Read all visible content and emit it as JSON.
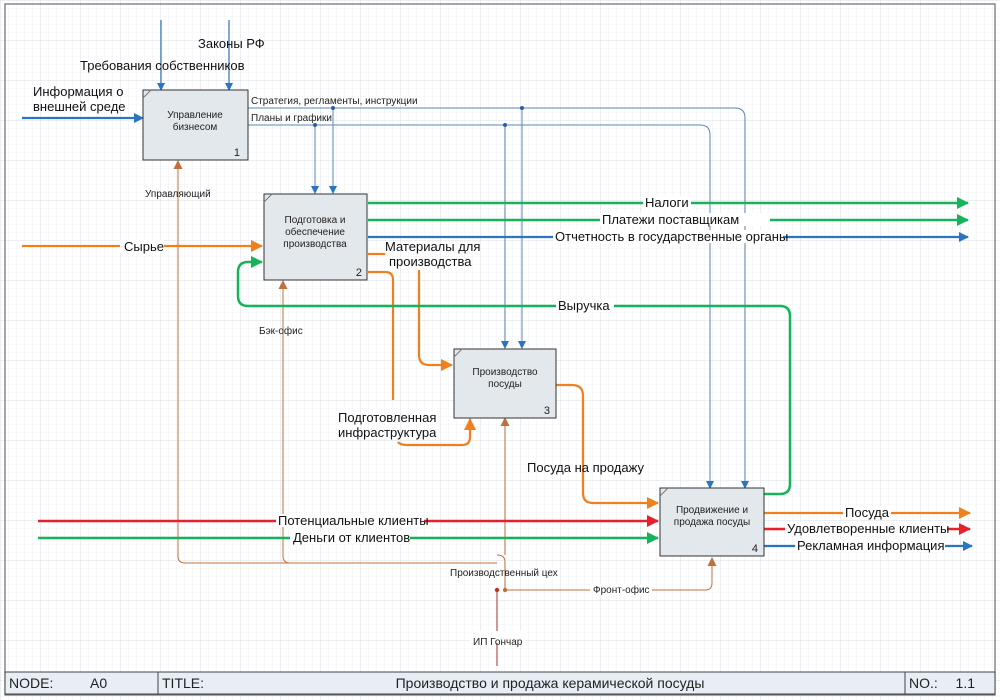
{
  "colors": {
    "blue": "#2a74c0",
    "blue_thin": "#5b86b8",
    "orange": "#f07f1e",
    "brown": "#c0703c",
    "green": "#17b35a",
    "red": "#e8202a",
    "box_fill": "#e3e8ec",
    "grid": "#dfe4ea"
  },
  "boxes": [
    {
      "id": "1",
      "line1": "Управление",
      "line2": "бизнесом",
      "line3": ""
    },
    {
      "id": "2",
      "line1": "Подготовка и",
      "line2": "обеспечение",
      "line3": "производства"
    },
    {
      "id": "3",
      "line1": "Производство",
      "line2": "посуды",
      "line3": ""
    },
    {
      "id": "4",
      "line1": "Продвижение и",
      "line2": "продажа посуды",
      "line3": ""
    }
  ],
  "arrows": {
    "info_line1": "Информация о",
    "info_line2": "внешней среде",
    "owners": "Требования собственников",
    "laws": "Законы РФ",
    "strategy": "Стратегия, регламенты, инструкции",
    "plans": "Планы и графики",
    "manager": "Управляющий",
    "raw": "Сырье",
    "taxes": "Налоги",
    "suppliers": "Платежи поставщикам",
    "reporting": "Отчетность в государственные органы",
    "materials_line1": "Материалы для",
    "materials_line2": "производства",
    "revenue": "Выручка",
    "backoffice": "Бэк-офис",
    "infra_line1": "Подготовленная",
    "infra_line2": "инфраструктура",
    "for_sale": "Посуда на продажу",
    "potential": "Потенциальные клиенты",
    "money": "Деньги от клиентов",
    "workshop": "Производственный цех",
    "frontoffice": "Фронт-офис",
    "owner": "ИП Гончар",
    "out_goods": "Посуда",
    "out_satisfied": "Удовлетворенные клиенты",
    "out_ads": "Рекламная информация"
  },
  "footer": {
    "node_label": "NODE:",
    "node_value": "A0",
    "title_label": "TITLE:",
    "title_value": "Производство и продажа керамической посуды",
    "no_label": "NO.:",
    "no_value": "1.1"
  }
}
